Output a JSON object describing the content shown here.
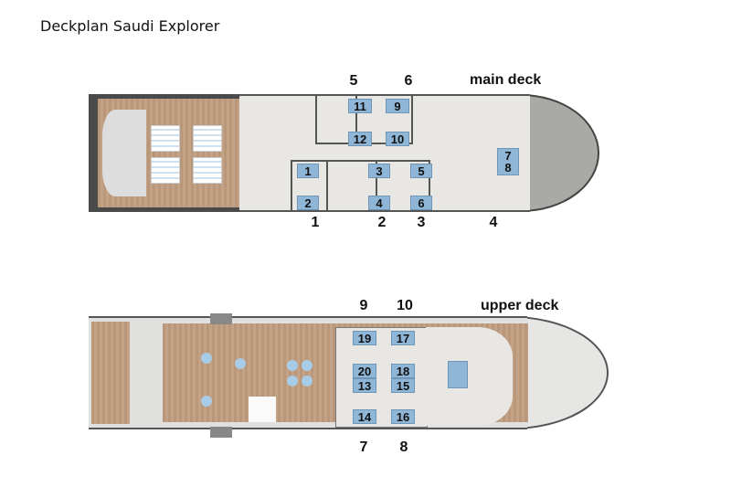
{
  "title": "Deckplan Saudi Explorer",
  "main_deck": {
    "name": "main deck",
    "cabin_numbers": [
      {
        "n": "5"
      },
      {
        "n": "6"
      },
      {
        "n": "1"
      },
      {
        "n": "2"
      },
      {
        "n": "3"
      },
      {
        "n": "4"
      }
    ],
    "beds": [
      "11",
      "12",
      "9",
      "10",
      "1",
      "2",
      "3",
      "4",
      "5",
      "6",
      "7",
      "8"
    ]
  },
  "upper_deck": {
    "name": "upper deck",
    "cabin_numbers": [
      "9",
      "10",
      "7",
      "8"
    ],
    "beds": [
      "19",
      "17",
      "20",
      "18",
      "13",
      "15",
      "14",
      "16"
    ]
  },
  "colors": {
    "wood": "#c4a285",
    "bed": "#8fb6d6",
    "hull": "#555555",
    "bow": "#a9aaa6"
  }
}
